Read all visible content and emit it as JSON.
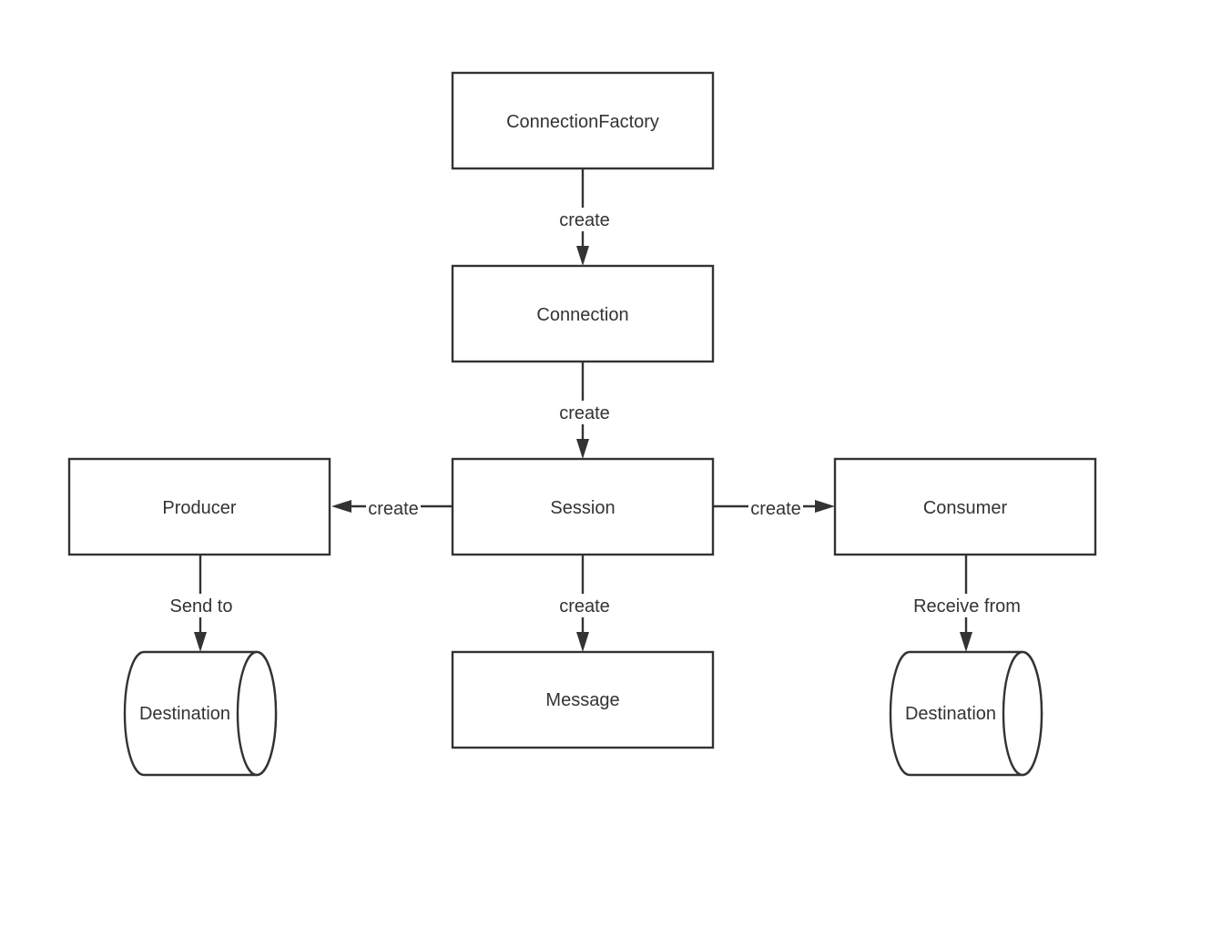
{
  "nodes": {
    "connection_factory": "ConnectionFactory",
    "connection": "Connection",
    "session": "Session",
    "producer": "Producer",
    "consumer": "Consumer",
    "message": "Message",
    "destination_send": "Destination",
    "destination_receive": "Destination"
  },
  "edges": {
    "factory_to_connection": "create",
    "connection_to_session": "create",
    "session_to_producer": "create",
    "session_to_consumer": "create",
    "session_to_message": "create",
    "producer_to_destination": "Send to",
    "consumer_to_destination": "Receive from"
  },
  "colors": {
    "stroke": "#333333",
    "background": "#ffffff"
  }
}
